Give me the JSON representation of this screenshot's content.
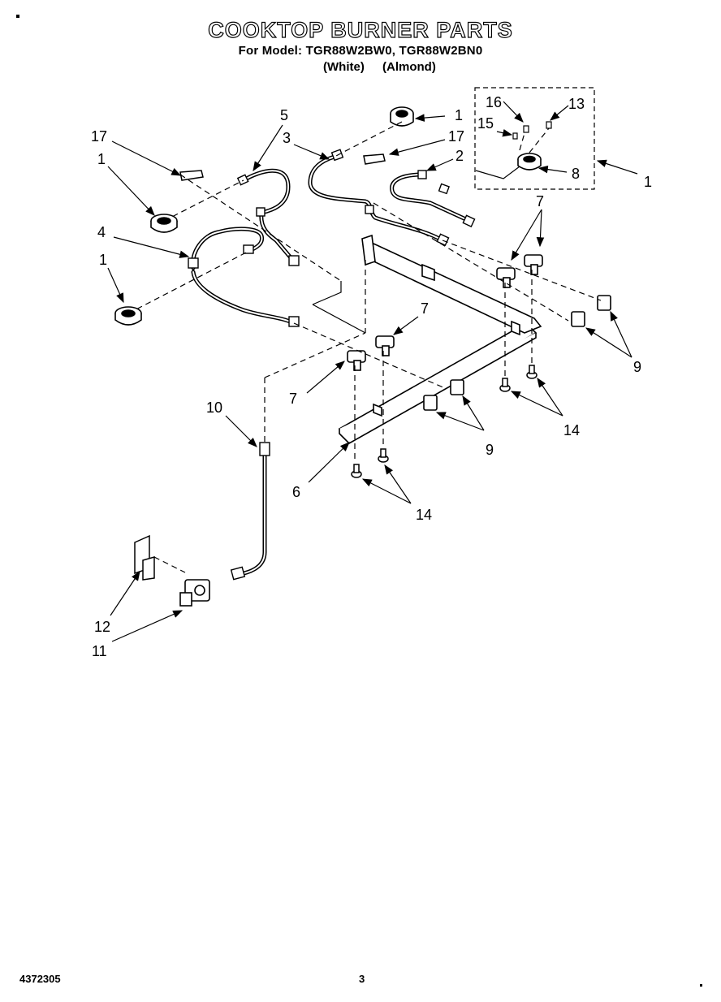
{
  "header": {
    "title": "COOKTOP BURNER PARTS",
    "models": "For Model: TGR88W2BW0, TGR88W2BN0",
    "variant_white": "(White)",
    "variant_almond": "(Almond)"
  },
  "footer": {
    "document_number": "4372305",
    "page_number": "3"
  },
  "callouts": {
    "c1a": "1",
    "c1b": "1",
    "c1c": "1",
    "c1d": "1",
    "c2": "2",
    "c3": "3",
    "c4": "4",
    "c5": "5",
    "c6": "6",
    "c7a": "7",
    "c7b": "7",
    "c7c": "7",
    "c8": "8",
    "c9a": "9",
    "c9b": "9",
    "c10": "10",
    "c11": "11",
    "c12": "12",
    "c13": "13",
    "c14a": "14",
    "c14b": "14",
    "c15": "15",
    "c16": "16",
    "c17a": "17",
    "c17b": "17"
  }
}
